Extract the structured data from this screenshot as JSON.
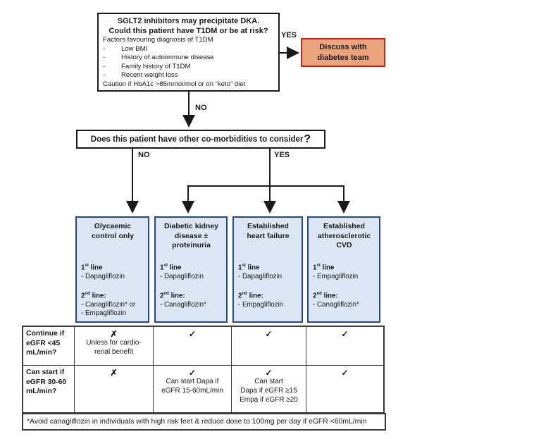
{
  "colors": {
    "option_fill": "#dbe7f4",
    "option_border": "#24478f",
    "alert_fill": "#eba47e",
    "alert_border": "#c7241a",
    "line": "#1a1a1a"
  },
  "dka_box": {
    "title1": "SGLT2 inhibitors may precipitate DKA.",
    "title2": "Could this patient have T1DM or be at risk?",
    "subtitle": "Factors favouring diagnosis of T1DM",
    "dash": "-",
    "factors": [
      "Low BMI",
      "History of autoimmune disease",
      "Family history of T1DM",
      "Recent weight loss"
    ],
    "caution": "Caution if HbA1c >85mmol/mol or on “keto” diet"
  },
  "labels": {
    "yes_top": "YES",
    "no_top": "NO",
    "no_branch": "NO",
    "yes_branch": "YES"
  },
  "discuss_box": {
    "text": "Discuss with\ndiabetes team"
  },
  "comorbidity_question": {
    "text": "Does this patient have other co-morbidities to consider",
    "mark": "?"
  },
  "options": [
    {
      "title": "Glycaemic control only",
      "first_num": "1",
      "first_sup": "st",
      "first_rest": " line",
      "first_items": "- Dapagliflozin",
      "second_num": "2",
      "second_sup": "nd",
      "second_rest": " line:",
      "second_items": "- Canagliflozin* or\n- Empagliflozin"
    },
    {
      "title": "Diabetic kidney disease ± proteinuria",
      "first_num": "1",
      "first_sup": "st",
      "first_rest": " line",
      "first_items": "- Dapagliflozin",
      "second_num": "2",
      "second_sup": "nd",
      "second_rest": " line:",
      "second_items": "- Canagliflozin*"
    },
    {
      "title": "Established heart failure",
      "first_num": "1",
      "first_sup": "st",
      "first_rest": " line",
      "first_items": "- Dapagliflozin",
      "second_num": "2",
      "second_sup": "nd",
      "second_rest": " line:",
      "second_items": "- Empagliflozin"
    },
    {
      "title": "Established atherosclerotic CVD",
      "first_num": "1",
      "first_sup": "st",
      "first_rest": " line",
      "first_items": "- Empagliflozin",
      "second_num": "2",
      "second_sup": "nd",
      "second_rest": " line:",
      "second_items": "- Canagliflozin*"
    }
  ],
  "egfr_table": {
    "rows": [
      {
        "label": "Continue if eGFR <45 mL/min?",
        "cells": [
          {
            "mark": "✗",
            "note": "Unless for cardio-\nrenal benefit"
          },
          {
            "mark": "✓",
            "note": ""
          },
          {
            "mark": "✓",
            "note": ""
          },
          {
            "mark": "✓",
            "note": ""
          }
        ]
      },
      {
        "label": "Can start if eGFR 30-60 mL/min?",
        "cells": [
          {
            "mark": "✗",
            "note": ""
          },
          {
            "mark": "✓",
            "note": "Can start Dapa if\neGFR 15-60mL/min"
          },
          {
            "mark": "✓",
            "note": "Can start\nDapa if eGFR ≥15\nEmpa if eGFR ≥20"
          },
          {
            "mark": "✓",
            "note": ""
          }
        ]
      }
    ],
    "footnote": "*Avoid canagliflozin in individuals with high risk feet & reduce dose to 100mg per day if eGFR <60mL/min"
  }
}
